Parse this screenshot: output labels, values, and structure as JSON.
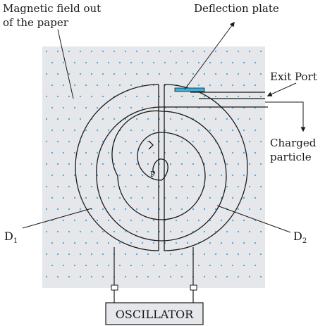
{
  "labels": {
    "magnetic_field_line1": "Magnetic field out",
    "magnetic_field_line2": "of the paper",
    "deflection_plate": "Deflection plate",
    "exit_port": "Exit Port",
    "charged_line1": "Charged",
    "charged_line2": "particle",
    "p": "P",
    "d1_letter": "D",
    "d1_sub": "1",
    "d2_letter": "D",
    "d2_sub": "2",
    "oscillator": "OSCILLATOR"
  },
  "colors": {
    "field_background": "#e5e7ea",
    "field_dots": "#3aa9d8",
    "deflection_plate": "#38b3e0",
    "lines": "#1a1a1a"
  }
}
